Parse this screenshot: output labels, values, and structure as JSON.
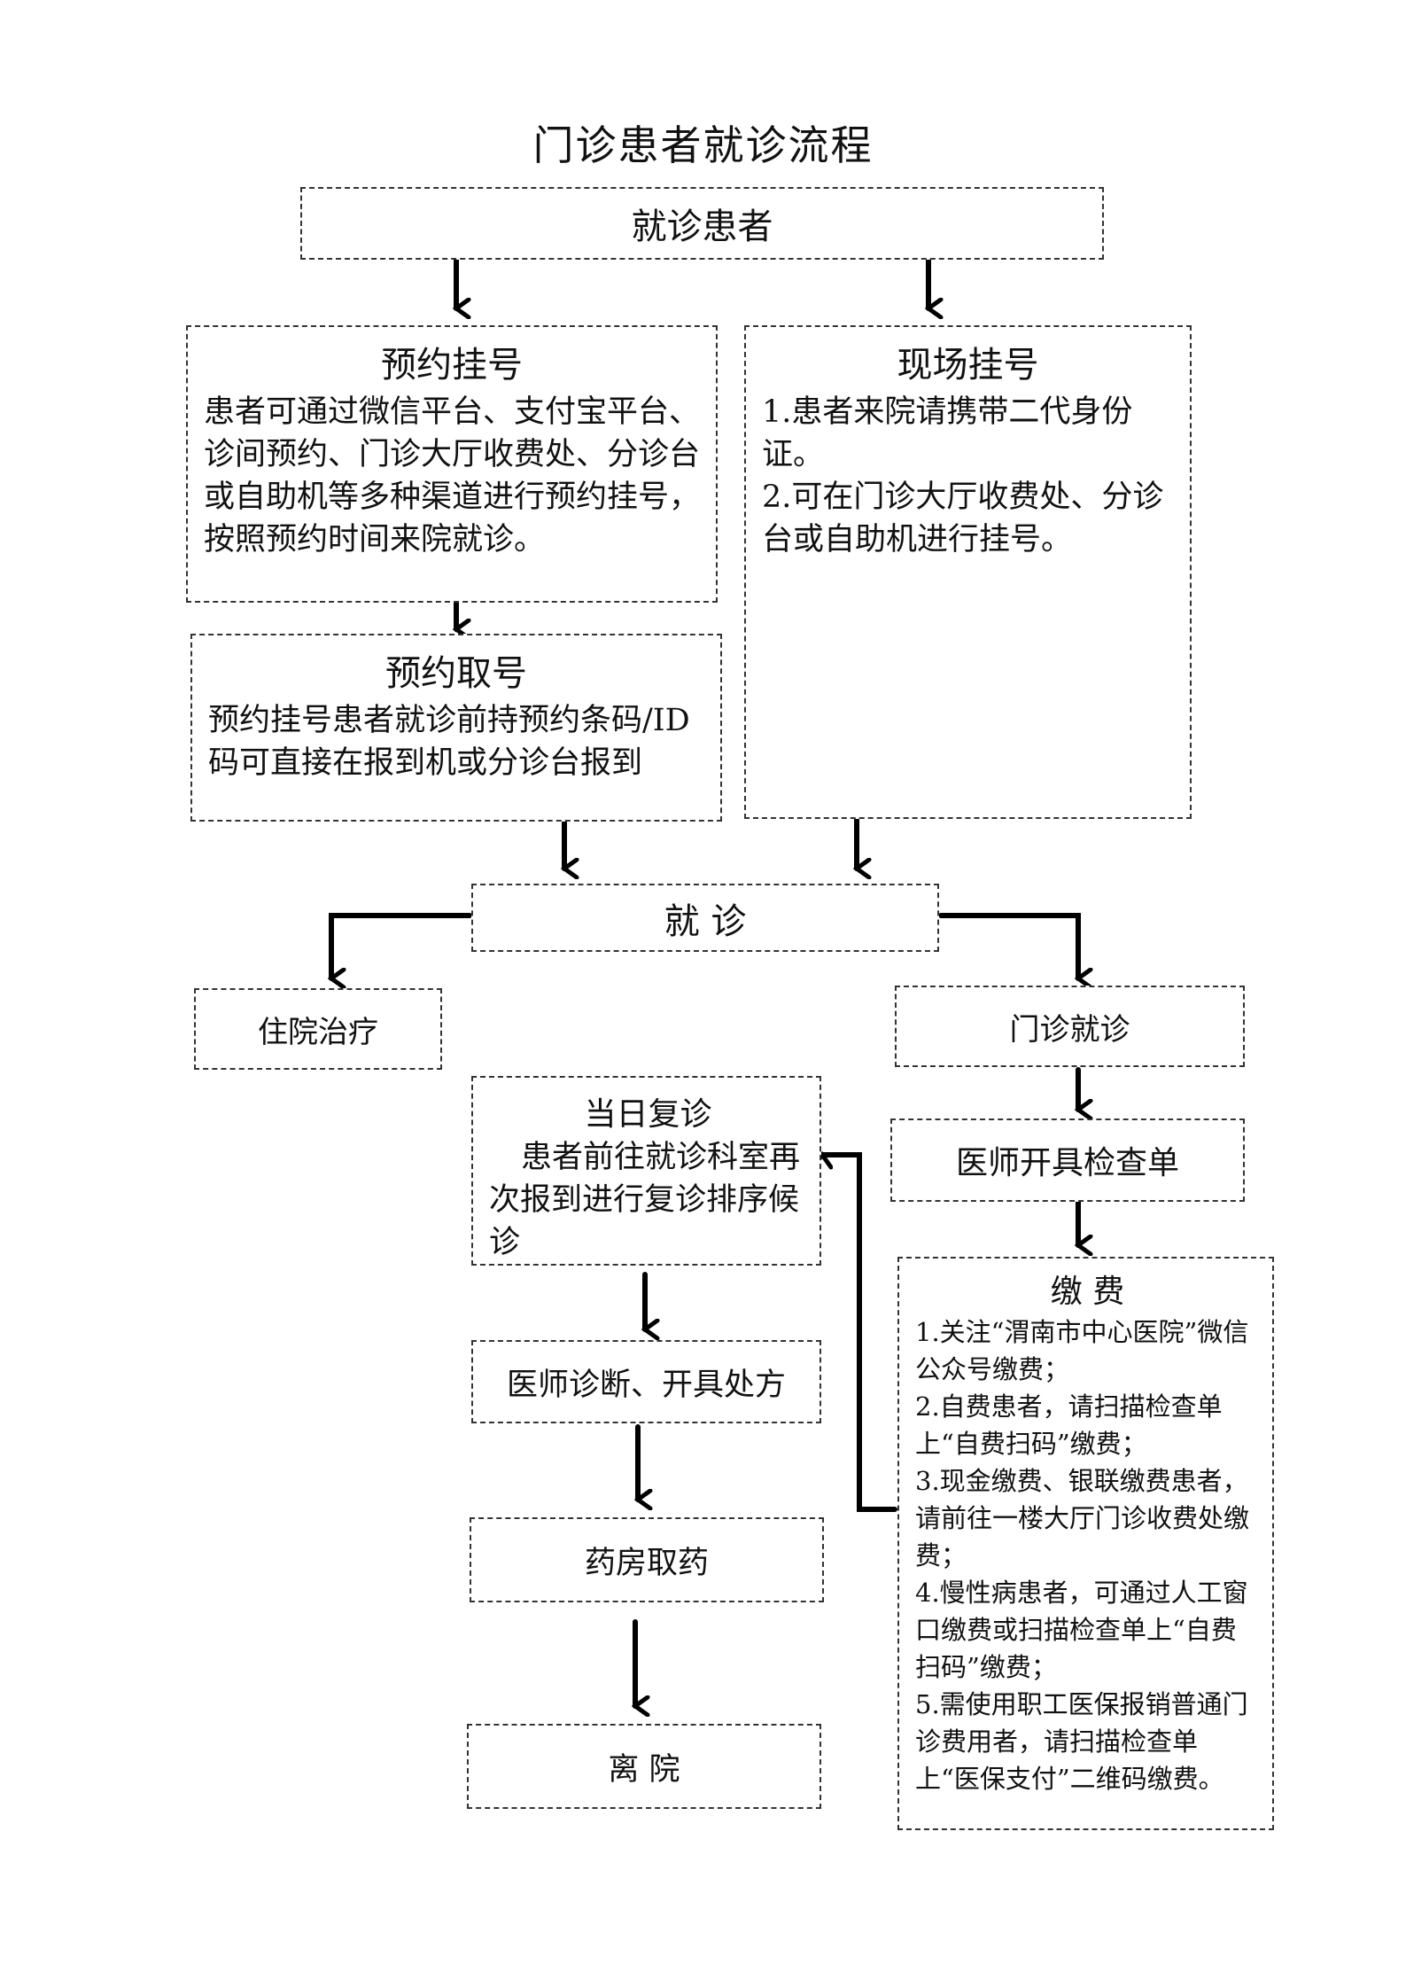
{
  "title": "门诊患者就诊流程",
  "start": "就诊患者",
  "appointment": {
    "heading": "预约挂号",
    "body": "患者可通过微信平台、支付宝平台、诊间预约、门诊大厅收费处、分诊台或自助机等多种渠道进行预约挂号，按照预约时间来院就诊。"
  },
  "onsite": {
    "heading": "现场挂号",
    "items": [
      "1.患者来院请携带二代身份证。",
      "2.可在门诊大厅收费处、分诊台或自助机进行挂号。"
    ]
  },
  "ticket": {
    "heading": "预约取号",
    "body": "预约挂号患者就诊前持预约条码/ID码可直接在报到机或分诊台报到"
  },
  "visit": "就 诊",
  "inpatient": "住院治疗",
  "outpatient": "门诊就诊",
  "exam_order": "医师开具检查单",
  "revisit": {
    "heading": "当日复诊",
    "body": "患者前往就诊科室再次报到进行复诊排序候诊"
  },
  "diagnosis": "医师诊断、开具处方",
  "pharmacy": "药房取药",
  "leave": "离 院",
  "payment": {
    "heading": "缴 费",
    "items": [
      "1.关注“渭南市中心医院”微信公众号缴费；",
      "2.自费患者，请扫描检查单上“自费扫码”缴费；",
      "3.现金缴费、银联缴费患者，请前往一楼大厅门诊收费处缴费；",
      "4.慢性病患者，可通过人工窗口缴费或扫描检查单上“自费扫码”缴费；",
      "5.需使用职工医保报销普通门诊费用者，请扫描检查单上“医保支付”二维码缴费。"
    ]
  }
}
